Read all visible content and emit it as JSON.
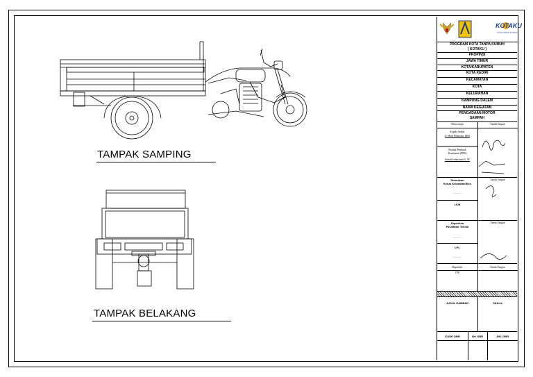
{
  "views": {
    "side_title": "TAMPAK SAMPING",
    "rear_title": "TAMPAK BELAKANG"
  },
  "title_block": {
    "logo_text": "KOTAKU",
    "logo_sub": "KOTA TANPA KUMUH",
    "program_line1": "PROGRAM KOTA TANPA KUMUH",
    "program_line2": "( KOTAKU )",
    "provinsi_label": "PROPINSI",
    "provinsi_value": "JAWA TIMUR",
    "kota_label": "KOTA/KABUPATEN",
    "kota_value": "KOTA KEDIRI",
    "kecamatan_label": "KECAMATAN",
    "kecamatan_value": "KOTA",
    "kelurahan_label": "KELURAHAN",
    "kelurahan_value": "KAMPUNG DALEM",
    "kegiatan_label": "NAMA KEGIATAN",
    "kegiatan_line1": "PENGADAAN MOTOR",
    "kegiatan_line2": "SAMPAH",
    "menyetujui": "Menyetujui",
    "tanda_tangan": "Tanda Tangan",
    "kepala_1": "Kepala Satker",
    "kepala_2": "Ir. Hadi Wahyono, MM",
    "pejabat_1": "Pejabat Pembuat",
    "pejabat_2": "Komitmen (PPK)",
    "pejabat_3": "Subdit Suharman K, ST",
    "diusulkan": "Diusulkan",
    "ketua": "Ketua Kelurahan/Kec",
    "lkm": "LKM",
    "diperiksa": "Diperiksa",
    "fasilitator": "Fasilitator Teknik",
    "lpl": "LPL",
    "digambar": "Digambar",
    "tpp": "TPP",
    "dots": "............",
    "judul_gambar": "JUDUL GAMBAR",
    "skala": "SKALA",
    "kode_gbr": "KODE GBR",
    "no_gbr": "NO GBR",
    "jml_gbr": "JML GBR"
  }
}
